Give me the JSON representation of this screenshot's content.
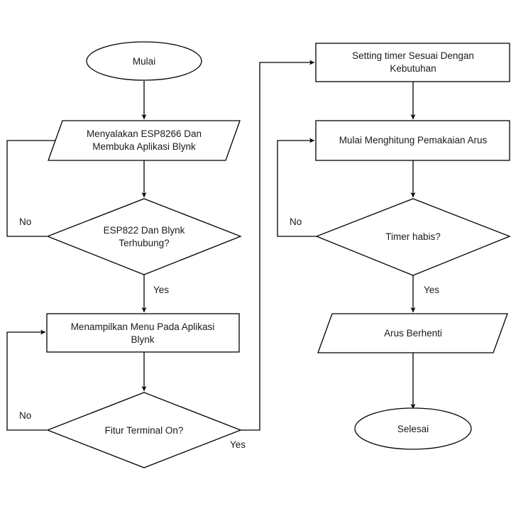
{
  "diagram": {
    "nodes": {
      "mulai": {
        "lines": [
          "Mulai"
        ]
      },
      "menyalakan": {
        "lines": [
          "Menyalakan ESP8266 Dan",
          "Membuka Aplikasi Blynk"
        ]
      },
      "terhubung": {
        "lines": [
          "ESP822 Dan Blynk",
          "Terhubung?"
        ]
      },
      "menampilkan": {
        "lines": [
          "Menampilkan Menu Pada Aplikasi",
          "Blynk"
        ]
      },
      "fitur": {
        "lines": [
          "Fitur Terminal On?"
        ]
      },
      "setting": {
        "lines": [
          "Setting timer Sesuai Dengan",
          "Kebutuhan"
        ]
      },
      "menghitung": {
        "lines": [
          "Mulai Menghitung Pemakaian Arus"
        ]
      },
      "timer": {
        "lines": [
          "Timer habis?"
        ]
      },
      "berhenti": {
        "lines": [
          "Arus Berhenti"
        ]
      },
      "selesai": {
        "lines": [
          "Selesai"
        ]
      }
    },
    "edge_labels": {
      "terhubung_no": "No",
      "terhubung_yes": "Yes",
      "fitur_no": "No",
      "fitur_yes": "Yes",
      "timer_no": "No",
      "timer_yes": "Yes"
    }
  }
}
